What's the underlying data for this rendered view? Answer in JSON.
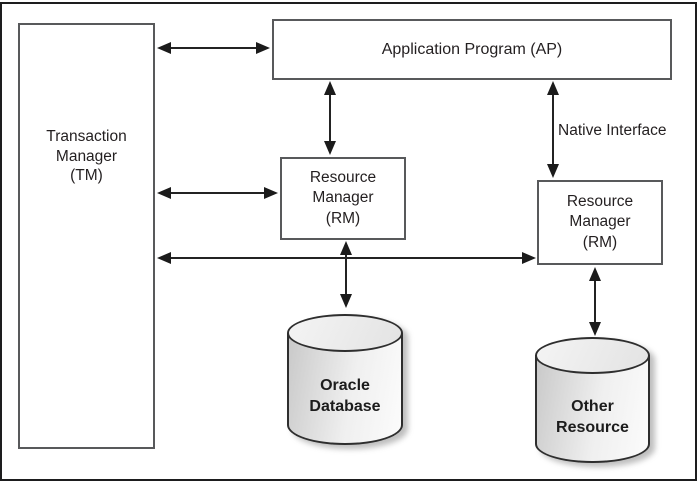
{
  "nodes": {
    "transaction_manager": {
      "lines": [
        "Transaction",
        "Manager",
        "(TM)"
      ]
    },
    "application_program": {
      "label": "Application Program (AP)"
    },
    "resource_manager_middle": {
      "lines": [
        "Resource",
        "Manager",
        "(RM)"
      ]
    },
    "resource_manager_right": {
      "lines": [
        "Resource",
        "Manager",
        "(RM)"
      ]
    },
    "oracle_database": {
      "lines": [
        "Oracle",
        "Database"
      ]
    },
    "other_resource": {
      "lines": [
        "Other",
        "Resource"
      ]
    }
  },
  "labels": {
    "native_interface": "Native Interface"
  },
  "edges": [
    {
      "from": "Transaction Manager (TM)",
      "to": "Application Program (AP)",
      "type": "bidirectional"
    },
    {
      "from": "Application Program (AP)",
      "to": "Resource Manager (RM) middle",
      "type": "bidirectional"
    },
    {
      "from": "Application Program (AP)",
      "to": "Resource Manager (RM) right",
      "type": "bidirectional",
      "label": "Native Interface"
    },
    {
      "from": "Transaction Manager (TM)",
      "to": "Resource Manager (RM) middle",
      "type": "bidirectional"
    },
    {
      "from": "Transaction Manager (TM)",
      "to": "Resource Manager (RM) right",
      "type": "bidirectional"
    },
    {
      "from": "Resource Manager (RM) middle",
      "to": "Oracle Database",
      "type": "bidirectional"
    },
    {
      "from": "Resource Manager (RM) right",
      "to": "Other Resource",
      "type": "bidirectional"
    }
  ],
  "colors": {
    "box_border": "#58595b",
    "frame_border": "#1d1d1e",
    "arrow": "#232323",
    "text": "#231f20",
    "cylinder_dark": "#c9c9c9",
    "cylinder_light": "#fcfcfc"
  }
}
